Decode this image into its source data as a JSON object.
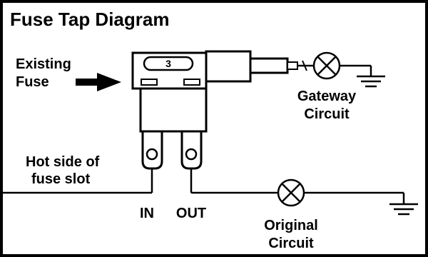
{
  "diagram": {
    "title": "Fuse Tap Diagram",
    "existing_fuse_label": [
      "Existing",
      "Fuse"
    ],
    "fuse_rating": "3",
    "gateway_circuit_label": [
      "Gateway",
      "Circuit"
    ],
    "hot_side_label": [
      "Hot side of",
      "fuse slot"
    ],
    "in_label": "IN",
    "out_label": "OUT",
    "original_circuit_label": [
      "Original",
      "Circuit"
    ]
  }
}
